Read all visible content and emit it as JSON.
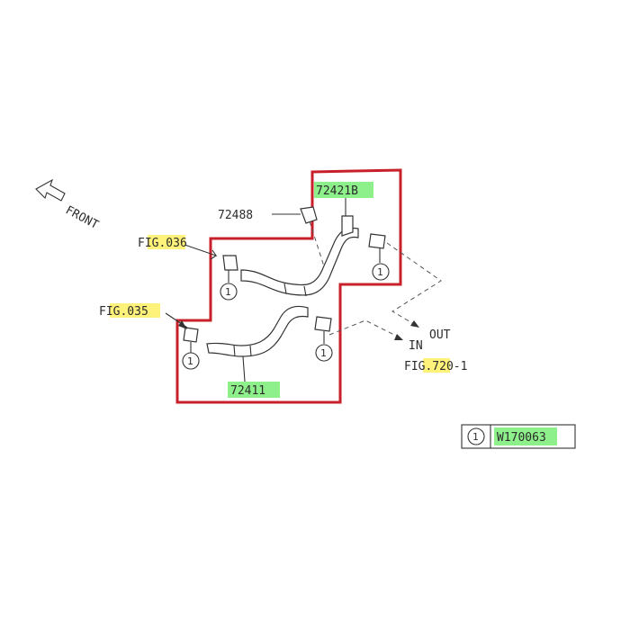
{
  "labels": {
    "front": "FRONT",
    "fig036": "FIG.036",
    "fig035": "FIG.035",
    "fig720": "FIG.720-1",
    "part_72488": "72488",
    "part_72421B": "72421B",
    "part_72411": "72411",
    "out": "OUT",
    "in": "IN",
    "callout": "1"
  },
  "legend": {
    "symbol": "1",
    "part": "W170063"
  },
  "colors": {
    "outline": "#c8202a",
    "highlight_yellow": "#fff27a",
    "highlight_green": "#8ef08a"
  }
}
